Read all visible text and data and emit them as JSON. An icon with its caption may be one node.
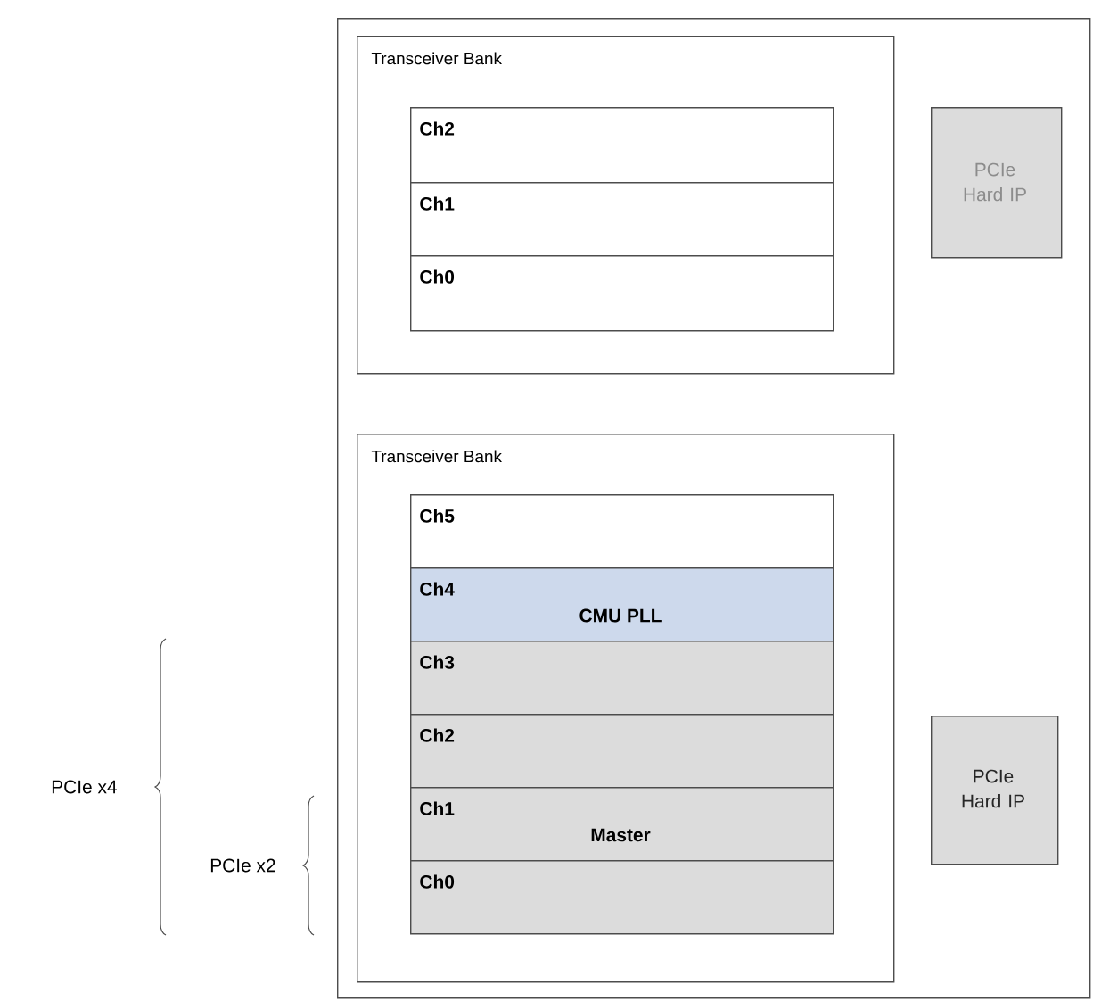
{
  "diagram": {
    "nodes": [
      {
        "text": [],
        "shape": "box"
      },
      {
        "text": [
          "Transceiver Bank"
        ],
        "in": 0
      },
      {
        "text": [
          "Ch2"
        ],
        "in": 1
      },
      {
        "text": [
          "Ch1"
        ],
        "in": 1
      },
      {
        "text": [
          "Ch0"
        ],
        "in": 1
      },
      {
        "text": [
          "PCIe Hard IP"
        ],
        "in": 0
      },
      {
        "text": [
          "Transceiver Bank"
        ],
        "in": 0
      },
      {
        "text": [
          "Ch5"
        ],
        "in": 6
      },
      {
        "text": [
          "Ch4",
          "CMU PLL"
        ],
        "in": 6
      },
      {
        "text": [
          "Ch3"
        ],
        "in": 6
      },
      {
        "text": [
          "Ch2"
        ],
        "in": 6
      },
      {
        "text": [
          "Ch1",
          "Master"
        ],
        "in": 6
      },
      {
        "text": [
          "Ch0"
        ],
        "in": 6
      },
      {
        "text": [
          "PCIe Hard IP"
        ],
        "in": 0
      }
    ],
    "labels": [
      "PCIe x4",
      "PCIe x2"
    ]
  }
}
